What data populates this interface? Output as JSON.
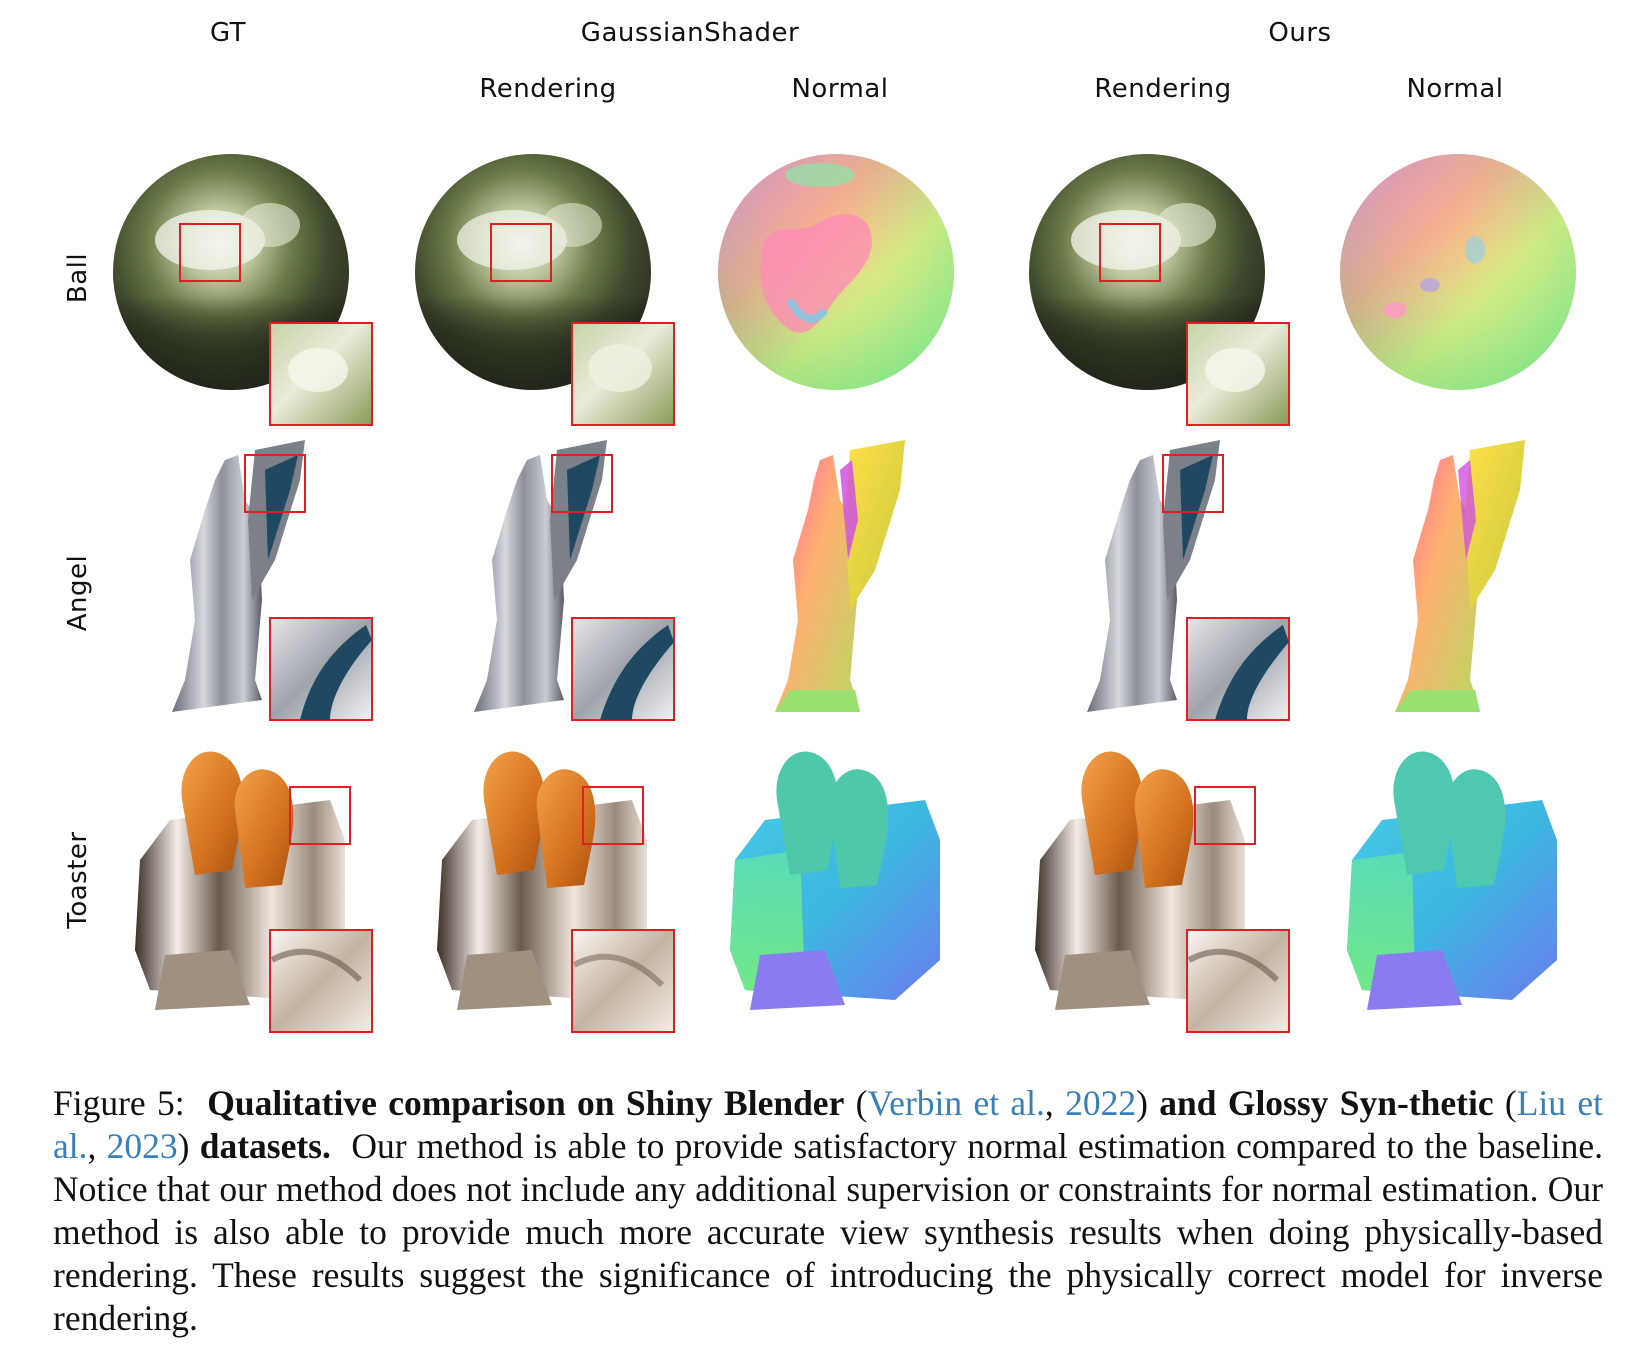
{
  "headers": {
    "gt": "GT",
    "baseline": "GaussianShader",
    "ours": "Ours",
    "baseline_rendering": "Rendering",
    "baseline_normal": "Normal",
    "ours_rendering": "Rendering",
    "ours_normal": "Normal"
  },
  "rows": {
    "ball": "Ball",
    "angel": "Angel",
    "toaster": "Toaster"
  },
  "caption": {
    "figure_label": "Figure 5:",
    "bold_1": "Qualitative comparison on Shiny Blender",
    "open_paren_1": "(",
    "cite_1_author": "Verbin et al.",
    "cite_1_sep": ", ",
    "cite_1_year": "2022",
    "close_paren_1": ")",
    "bold_2": " and Glossy Syn-thetic",
    "open_paren_2": "(",
    "cite_2_author": "Liu et al.",
    "cite_2_sep": ", ",
    "cite_2_year": "2023",
    "close_paren_2": ")",
    "bold_3": " datasets.",
    "body": "Our method is able to provide satisfactory normal estimation compared to the baseline. Notice that our method does not include any additional supervision or constraints for normal estimation. Our method is also able to provide much more accurate view synthesis results when doing physically-based rendering. These results suggest the significance of introducing the physically correct model for inverse rendering."
  },
  "colors": {
    "highlight_box": "#e02020",
    "citation": "#3a7fb8"
  }
}
